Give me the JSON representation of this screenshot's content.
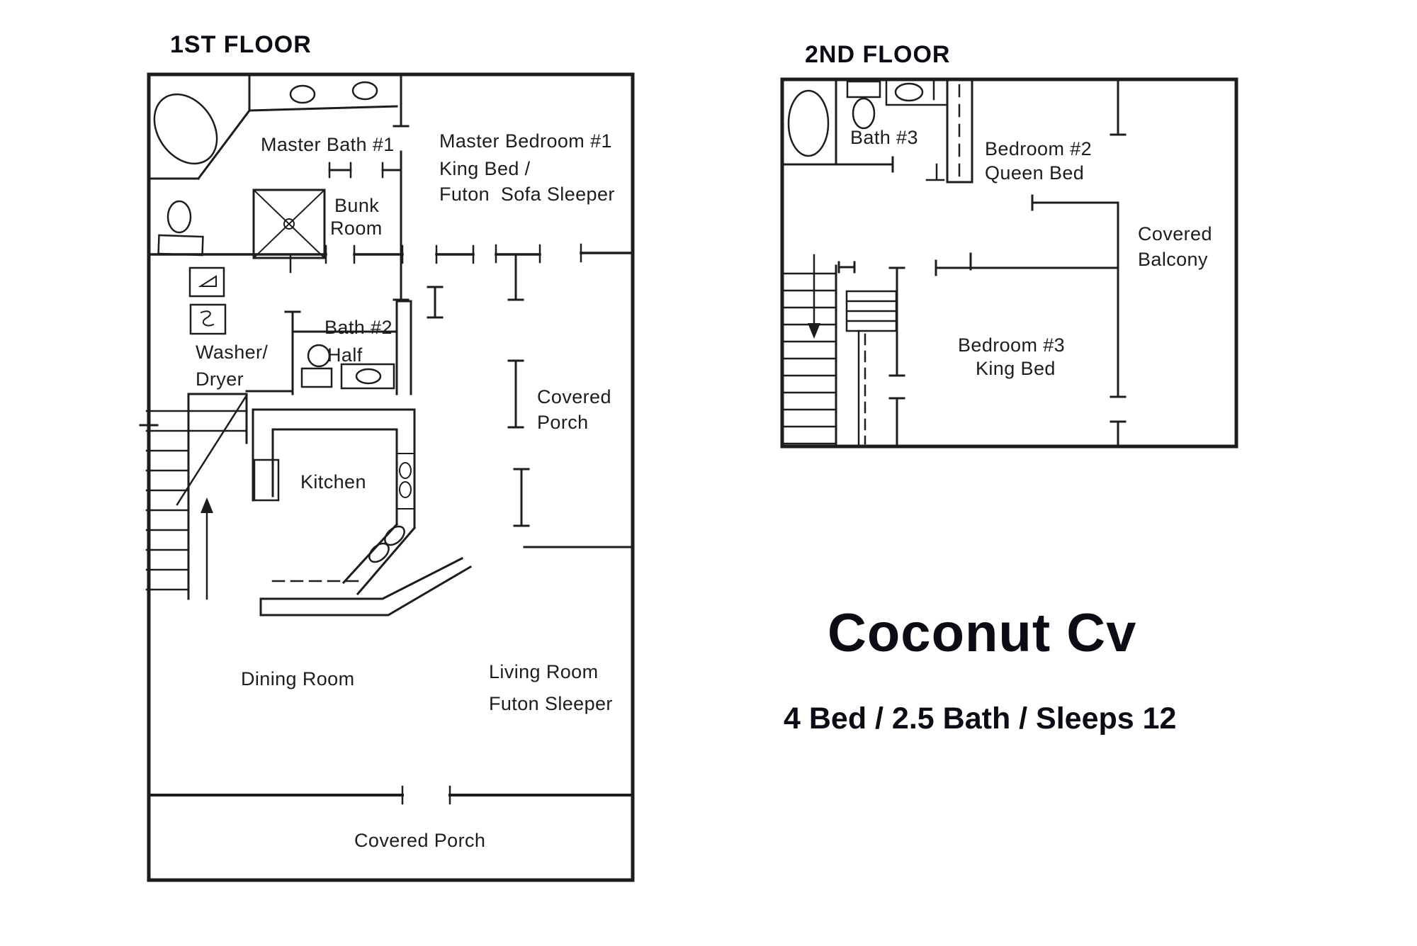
{
  "theme": {
    "paper": "#ffffff",
    "ink": "#1d1d1d",
    "title_ink": "#0c0c14"
  },
  "floor1": {
    "title": "1ST FLOOR",
    "labels": {
      "master_bath": "Master Bath #1",
      "bunk_line1": "Bunk",
      "bunk_line2": "Room",
      "master_bedroom_line1": "Master Bedroom #1",
      "master_bedroom_line2": "King Bed /",
      "master_bedroom_line3": "Futon  Sofa Sleeper",
      "washer_line1": "Washer/",
      "washer_line2": "Dryer",
      "bath2_line1": "Bath #2",
      "bath2_line2": "Half",
      "porch_side_line1": "Covered",
      "porch_side_line2": "Porch",
      "kitchen": "Kitchen",
      "dining": "Dining Room",
      "living_line1": "Living Room",
      "living_line2": "Futon Sleeper",
      "porch_bottom": "Covered Porch"
    }
  },
  "floor2": {
    "title": "2ND FLOOR",
    "labels": {
      "bath3": "Bath #3",
      "bedroom2_line1": "Bedroom #2",
      "bedroom2_line2": "Queen Bed",
      "balcony_line1": "Covered",
      "balcony_line2": "Balcony",
      "bedroom3_line1": "Bedroom #3",
      "bedroom3_line2": "King Bed"
    }
  },
  "property": {
    "name": "Coconut Cv",
    "summary": "4 Bed / 2.5 Bath / Sleeps 12"
  }
}
